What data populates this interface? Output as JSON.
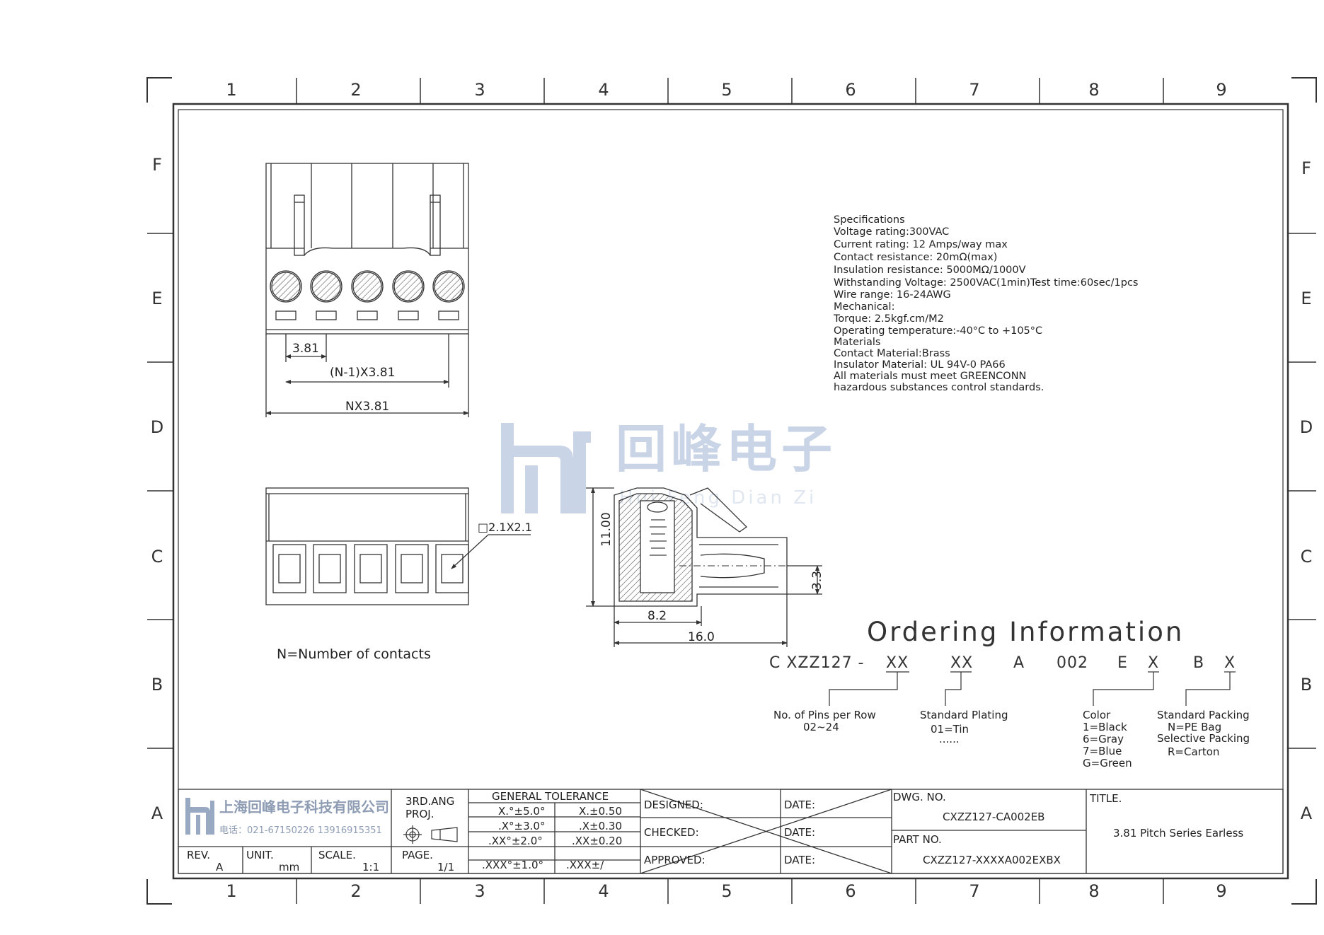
{
  "zones": {
    "columns": [
      "1",
      "2",
      "3",
      "4",
      "5",
      "6",
      "7",
      "8",
      "9"
    ],
    "rows": [
      "F",
      "E",
      "D",
      "C",
      "B",
      "A"
    ]
  },
  "views": {
    "top": {
      "pitch": "3.81",
      "span": "(N-1)X3.81",
      "total": "NX3.81"
    },
    "front": {
      "pin_square": "□2.1X2.1"
    },
    "side": {
      "height": "11.00",
      "depth_a": "8.2",
      "depth_b": "16.0",
      "pin_height": "3.3"
    },
    "note": "N=Number of contacts"
  },
  "specifications": [
    "Specifications",
    "Voltage rating:300VAC",
    "Current rating: 12 Amps/way max",
    "Contact resistance: 20mΩ(max)",
    "Insulation resistance: 5000MΩ/1000V",
    "Withstanding Voltage: 2500VAC(1min)Test time:60sec/1pcs",
    "Wire range: 16-24AWG",
    "Mechanical:",
    "Torque: 2.5kgf.cm/M2",
    "Operating temperature:-40°C to +105°C",
    "Materials",
    "Contact Material:Brass",
    "Insulator Material: UL 94V-0 PA66",
    "All materials must meet GREENCONN",
    "hazardous substances control standards."
  ],
  "watermark": {
    "text": "回峰电子",
    "subtext": "Hui Feng Dian Zi"
  },
  "ordering": {
    "title": "Ordering Information",
    "code": {
      "prefix": "C XZZ127 - ",
      "pins": "XX",
      "plating": "XX",
      "a": "A",
      "num": "002",
      "e": "E",
      "color": "X",
      "b": "B",
      "packing": "X"
    },
    "pins_label": [
      "No. of Pins per Row",
      "02~24"
    ],
    "plating_label": [
      "Standard Plating",
      "01=Tin",
      "......"
    ],
    "color_label": [
      "Color",
      "1=Black",
      "6=Gray",
      "7=Blue",
      "G=Green"
    ],
    "packing_label": [
      "Standard Packing",
      "N=PE Bag",
      "Selective Packing",
      "R=Carton"
    ]
  },
  "title_block": {
    "company": "上海回峰电子科技有限公司",
    "phone": "电话：021-67150226 13916915351",
    "rev_label": "REV.",
    "rev_value": "A",
    "unit_label": "UNIT.",
    "unit_value": "mm",
    "scale_label": "SCALE.",
    "scale_value": "1:1",
    "proj_line1": "3RD.ANG",
    "proj_line2": "PROJ.",
    "page_label": "PAGE.",
    "page_value": "1/1",
    "tolerance_title": "GENERAL TOLERANCE",
    "tolerance_rows": [
      [
        "X.°±5.0°",
        "X.±0.50"
      ],
      [
        ".X°±3.0°",
        ".X±0.30"
      ],
      [
        ".XX°±2.0°",
        ".XX±0.20"
      ],
      [
        ".XXX°±1.0°",
        ".XXX±/"
      ]
    ],
    "designed": "DESIGNED:",
    "checked": "CHECKED:",
    "approved": "APPROVED:",
    "date": "DATE:",
    "dwg_label": "DWG. NO.",
    "dwg_value": "CXZZ127-CA002EB",
    "part_label": "PART NO.",
    "part_value": "CXZZ127-XXXXA002EXBX",
    "title_label": "TITLE.",
    "title_value": "3.81 Pitch Series Earless"
  },
  "colors": {
    "line": "#333333",
    "watermark": "#c8d3e6"
  }
}
